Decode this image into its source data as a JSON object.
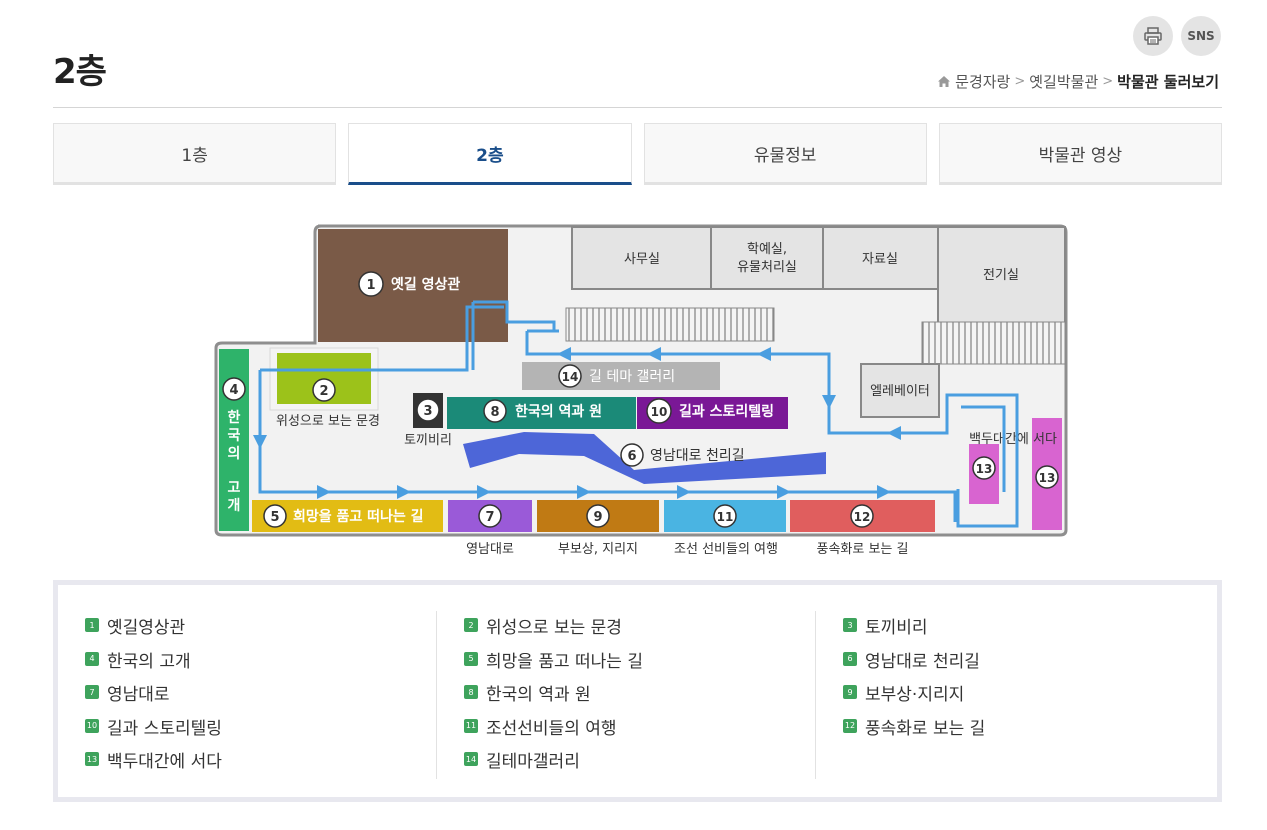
{
  "page": {
    "title": "2층"
  },
  "utilities": {
    "print_icon": "printer-icon",
    "sns_label": "SNS"
  },
  "breadcrumb": {
    "home_icon": "home-icon",
    "items": [
      "문경자랑",
      "옛길박물관",
      "박물관 둘러보기"
    ]
  },
  "tabs": [
    {
      "label": "1층",
      "active": false
    },
    {
      "label": "2층",
      "active": true
    },
    {
      "label": "유물정보",
      "active": false
    },
    {
      "label": "박물관 영상",
      "active": false
    }
  ],
  "map": {
    "rooms": {
      "office": "사무실",
      "curator1": "학예실,",
      "curator2": "유물처리실",
      "archive": "자료실",
      "electric": "전기실",
      "elevator": "엘레베이터"
    },
    "zones": {
      "z1": {
        "num": "1",
        "label": "옛길 영상관"
      },
      "z2": {
        "num": "2",
        "label": "위성으로 보는 문경"
      },
      "z3": {
        "num": "3",
        "label": "토끼비리"
      },
      "z4": {
        "num": "4",
        "label": "한국의 고개",
        "chars": [
          "한",
          "국",
          "의",
          "고",
          "개"
        ]
      },
      "z5": {
        "num": "5",
        "label": "희망을 품고 떠나는 길"
      },
      "z6": {
        "num": "6",
        "label": "영남대로 천리길"
      },
      "z7": {
        "num": "7",
        "label": "영남대로"
      },
      "z8": {
        "num": "8",
        "label": "한국의 역과 원"
      },
      "z9": {
        "num": "9",
        "label": "부보상, 지리지"
      },
      "z10": {
        "num": "10",
        "label": "길과 스토리텔링"
      },
      "z11": {
        "num": "11",
        "label": "조선 선비들의 여행"
      },
      "z12": {
        "num": "12",
        "label": "풍속화로 보는 길"
      },
      "z13": {
        "num": "13",
        "label": "백두대간에 서다"
      },
      "z14": {
        "num": "14",
        "label": "길 테마 갤러리"
      }
    }
  },
  "legend": {
    "col1": [
      {
        "num": "1",
        "label": "옛길영상관"
      },
      {
        "num": "4",
        "label": "한국의 고개"
      },
      {
        "num": "7",
        "label": "영남대로"
      },
      {
        "num": "10",
        "label": "길과 스토리텔링"
      },
      {
        "num": "13",
        "label": "백두대간에 서다"
      }
    ],
    "col2": [
      {
        "num": "2",
        "label": "위성으로 보는 문경"
      },
      {
        "num": "5",
        "label": "희망을 품고 떠나는 길"
      },
      {
        "num": "8",
        "label": "한국의 역과 원"
      },
      {
        "num": "11",
        "label": "조선선비들의 여행"
      },
      {
        "num": "14",
        "label": "길테마갤러리"
      }
    ],
    "col3": [
      {
        "num": "3",
        "label": "토끼비리"
      },
      {
        "num": "6",
        "label": "영남대로 천리길"
      },
      {
        "num": "9",
        "label": "보부상·지리지"
      },
      {
        "num": "12",
        "label": "풍속화로 보는 길"
      }
    ]
  },
  "colors": {
    "accent": "#1a4e8a",
    "path": "#4a9ee0",
    "legend_badge": "#3ea35c",
    "z1": "#7a5a47",
    "z2": "#9cc21a",
    "z4": "#2eb36a",
    "z5": "#e2bc14",
    "z6": "#4d66d8",
    "z7": "#9a5ad8",
    "z8": "#1b8a78",
    "z9": "#c07a14",
    "z10": "#7a1896",
    "z11": "#4ab4e2",
    "z12": "#e05e5e",
    "z13": "#d864d0",
    "z14": "#b4b4b4"
  }
}
